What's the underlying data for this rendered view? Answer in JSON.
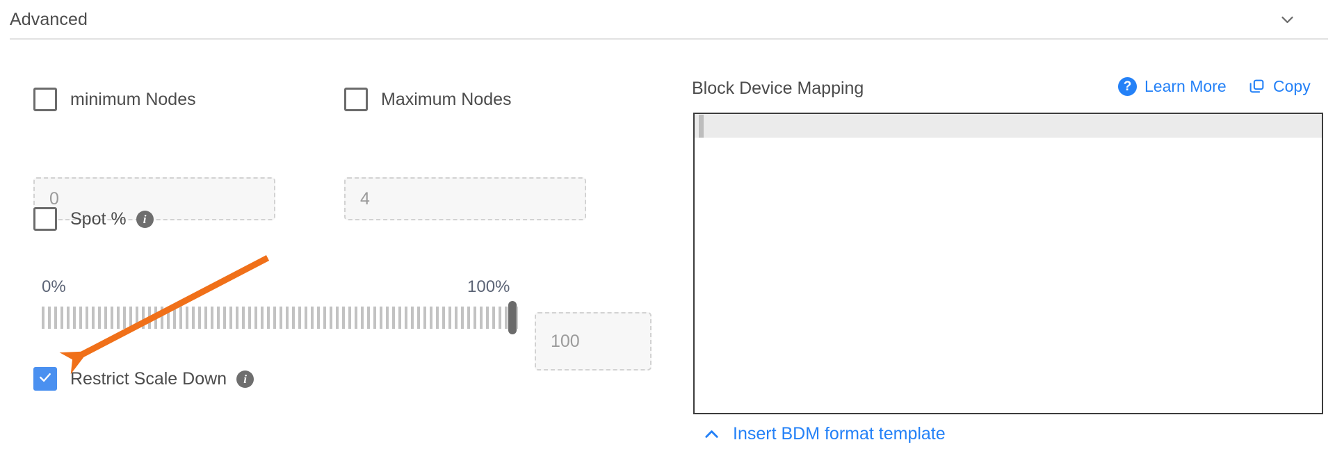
{
  "section": {
    "title": "Advanced",
    "collapse_icon": "chevron-down-icon"
  },
  "left_panel": {
    "min_nodes": {
      "label": "minimum Nodes",
      "checked": false,
      "input_placeholder": "0",
      "input_value": ""
    },
    "max_nodes": {
      "label": "Maximum Nodes",
      "checked": false,
      "input_placeholder": "4",
      "input_value": ""
    },
    "spot_percent": {
      "label": "Spot %",
      "checked": false,
      "info_icon": "info-icon",
      "info_glyph": "i"
    },
    "slider": {
      "min_label": "0%",
      "max_label": "100%",
      "value": 100,
      "value_input_placeholder": "100",
      "value_input_value": ""
    },
    "restrict_scale_down": {
      "label": "Restrict Scale Down",
      "checked": true,
      "info_icon": "info-icon",
      "info_glyph": "i"
    }
  },
  "right_panel": {
    "title": "Block Device Mapping",
    "learn_more": {
      "label": "Learn More",
      "icon": "help-circle-icon",
      "icon_glyph": "?"
    },
    "copy": {
      "label": "Copy",
      "icon": "copy-icon"
    },
    "editor": {
      "content": "",
      "active_line": 1
    },
    "insert_template": {
      "label": "Insert BDM format template",
      "icon": "chevron-up-icon"
    }
  },
  "annotation": {
    "type": "arrow",
    "color": "#f07019",
    "points_to": "restrict-scale-down-checkbox"
  },
  "colors": {
    "accent_blue": "#2481f7",
    "checkbox_blue": "#4a90f0",
    "annotation_orange": "#f07019",
    "text_primary": "#4c4c4c",
    "text_muted": "#9b9b9b",
    "slider_tick": "#c2c2c2",
    "editor_border": "#3c3c3c"
  }
}
